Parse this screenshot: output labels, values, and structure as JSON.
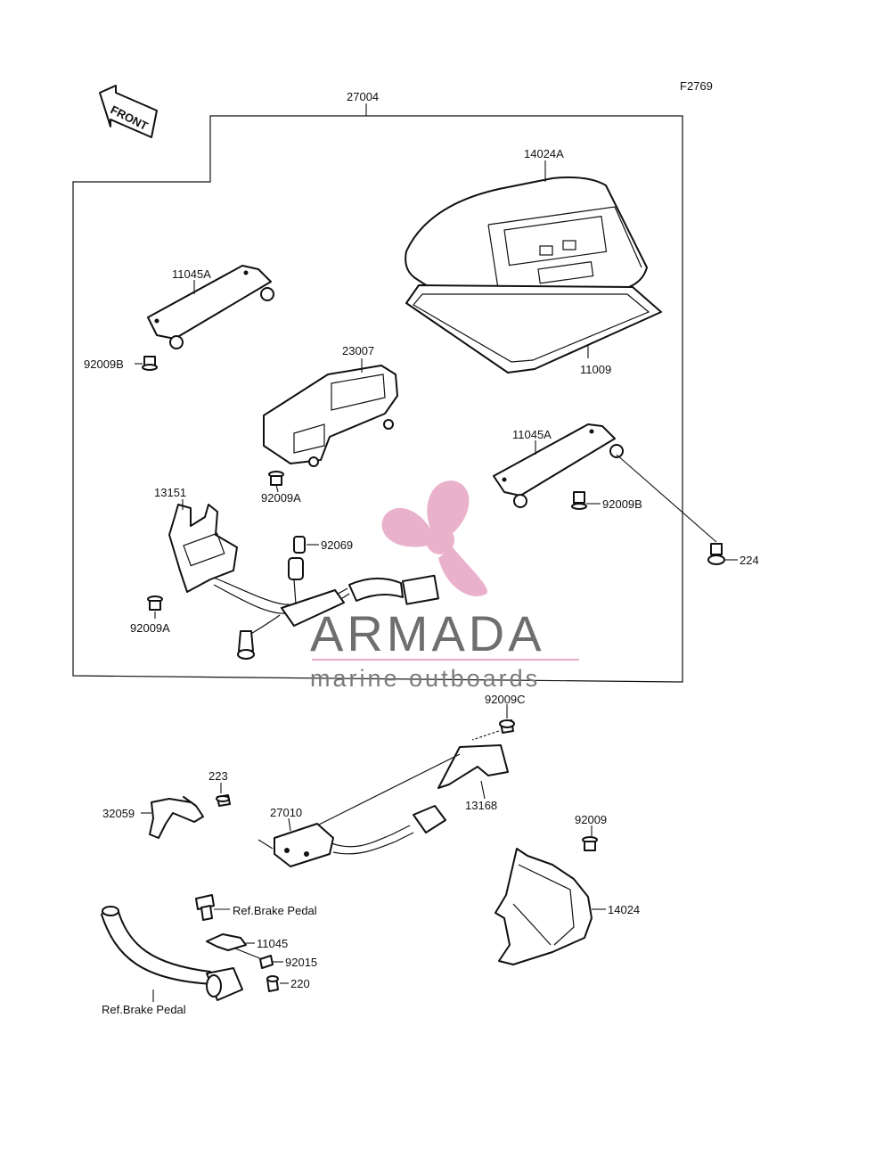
{
  "diagram_code": "F2769",
  "front_label": "FRONT",
  "watermark": {
    "brand": "ARMADA",
    "tagline": "marine outboards",
    "primary_color": "#e8a9c6",
    "text_color": "#6e6e6e"
  },
  "labels": {
    "assembly": "27004",
    "cover": "14024A",
    "bracket_left": "11045A",
    "bracket_right": "11045A",
    "bolt_b_left": "92009B",
    "bolt_b_right": "92009B",
    "seal": "11009",
    "holder": "23007",
    "bolt_a_mid": "92009A",
    "bolt_a_low": "92009A",
    "switch": "13151",
    "socket": "92069",
    "screw_224": "224",
    "bolt_c": "92009C",
    "stay_13168": "13168",
    "screw_223": "223",
    "bracket_32059": "32059",
    "switch_27010": "27010",
    "bolt_92009": "92009",
    "guard_14024": "14024",
    "ref_brake_upper": "Ref.Brake Pedal",
    "bracket_11045": "11045",
    "clip_92015": "92015",
    "screw_220": "220",
    "ref_brake_lower": "Ref.Brake Pedal"
  }
}
